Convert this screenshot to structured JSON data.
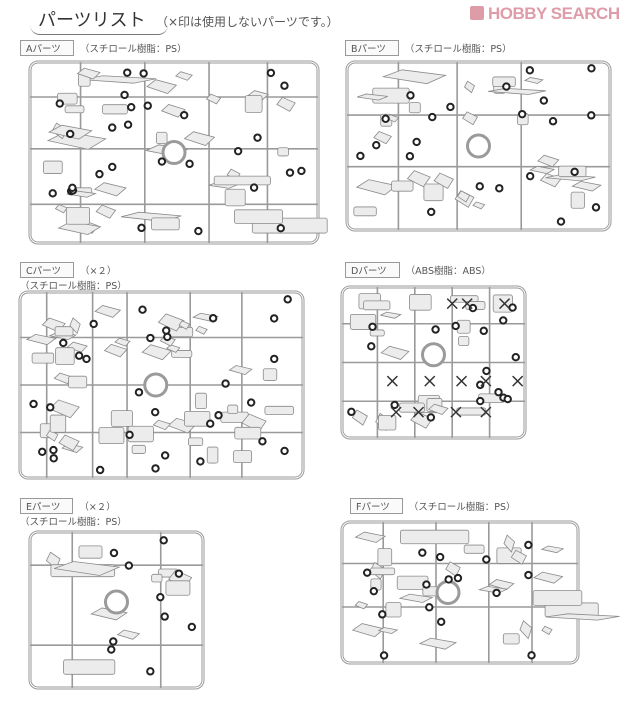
{
  "header": {
    "logo_text": "HOBBY SEARCH",
    "title": "パーツリスト",
    "note": "（×印は使用しないパーツです。）"
  },
  "sheets": [
    {
      "id": "A",
      "tag": "Aパーツ",
      "material": "（スチロール樹脂：PS）"
    },
    {
      "id": "B",
      "tag": "Bパーツ",
      "material": "（スチロール樹脂：PS）"
    },
    {
      "id": "C",
      "tag": "Cパーツ",
      "count": "（×２）",
      "material": "（スチロール樹脂：PS）"
    },
    {
      "id": "D",
      "tag": "Dパーツ",
      "material": "（ABS樹脂：ABS）"
    },
    {
      "id": "E",
      "tag": "Eパーツ",
      "count": "（×２）",
      "material": "（スチロール樹脂：PS）"
    },
    {
      "id": "F",
      "tag": "Fパーツ",
      "material": "（スチロール樹脂：PS）"
    }
  ],
  "colors": {
    "runner": "#9a9a9a",
    "part_fill": "#ececec",
    "part_stroke": "#8a8a8a",
    "marker": "#222222",
    "logo": "#d98b9a"
  }
}
